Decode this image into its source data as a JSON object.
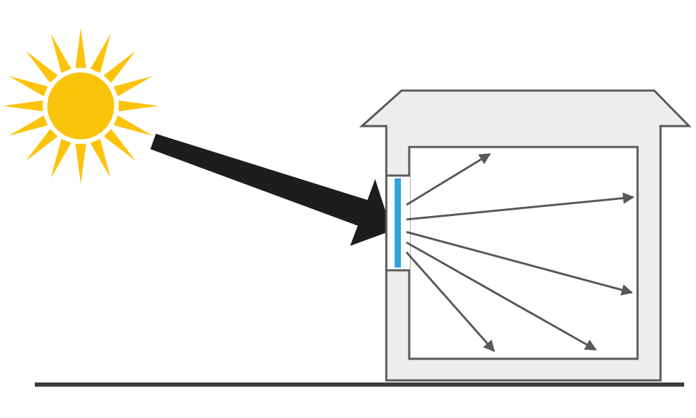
{
  "colors": {
    "background": "#ffffff",
    "sun": "#fcc30b",
    "sunlight_arrow": "#1d1d1b",
    "house_fill": "#ededed",
    "house_outline": "#58585a",
    "room_fill": "#ffffff",
    "window_glass": "#2ea3dc",
    "scattered_rays": "#58585a",
    "ground": "#3c3c3b"
  },
  "icons": {
    "sun": "sun-icon",
    "incoming": "sunlight-arrow",
    "building": "house",
    "aperture": "window",
    "rays": "scattered-light-arrows"
  },
  "diagram": {
    "sun_rays": 16,
    "scattered_ray_count": 5
  }
}
